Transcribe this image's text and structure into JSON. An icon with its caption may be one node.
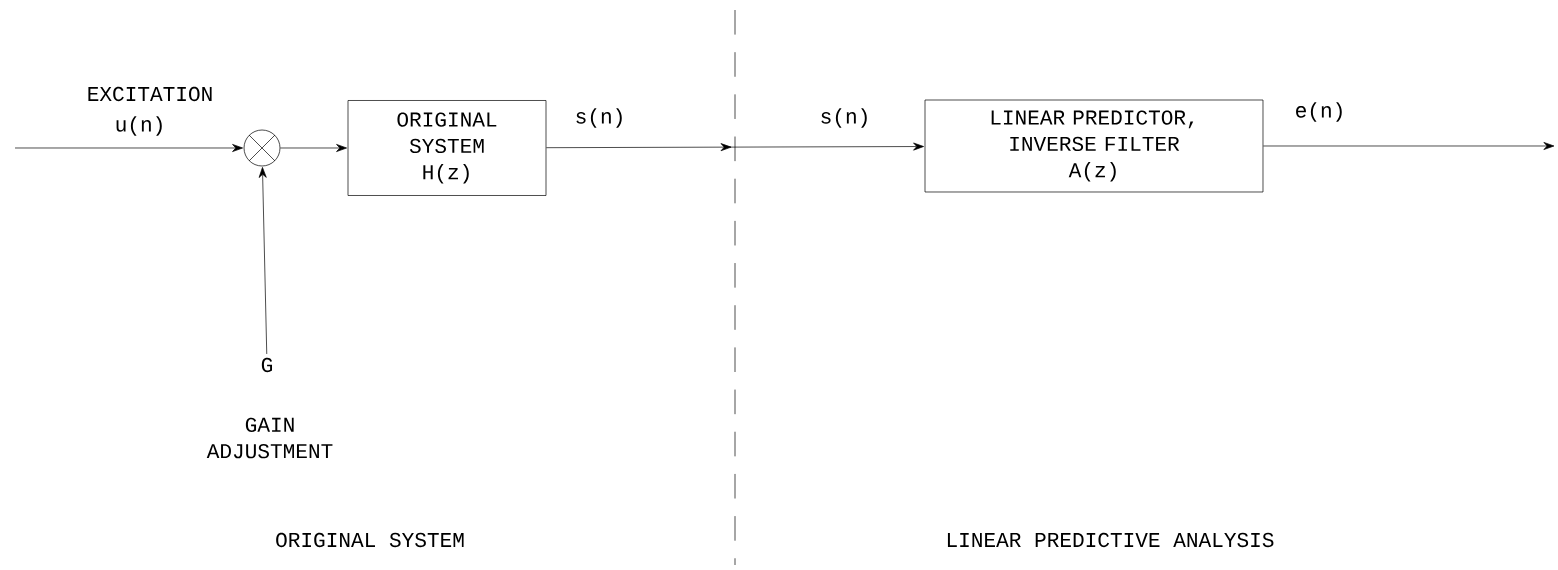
{
  "diagram": {
    "nodes": [
      {
        "text": [],
        "shape": "circle"
      },
      {
        "text": [
          "ORIGINAL SYSTEM",
          "H(z)"
        ]
      },
      {
        "text": [
          "LINEAR PREDICTOR, INVERSE FILTER",
          "A(z)"
        ]
      },
      {
        "text": [
          "G"
        ],
        "beside": [
          "GAIN ADJUSTMENT"
        ]
      }
    ],
    "edges": [
      {
        "from": null,
        "to": 0,
        "arrow": "to",
        "label": "u(n)"
      },
      {
        "from": 0,
        "to": 1,
        "arrow": "to"
      },
      {
        "from": 3,
        "to": 0,
        "arrow": "to"
      },
      {
        "from": 1,
        "to": 2,
        "arrow": "to",
        "label": "s(n)"
      },
      {
        "from": 2,
        "to": null,
        "arrow": "to",
        "label": "e(n)"
      }
    ],
    "labels": [
      "EXCITATION",
      "s(n)",
      "ORIGINAL SYSTEM",
      "LINEAR PREDICTIVE ANALYSIS"
    ]
  }
}
